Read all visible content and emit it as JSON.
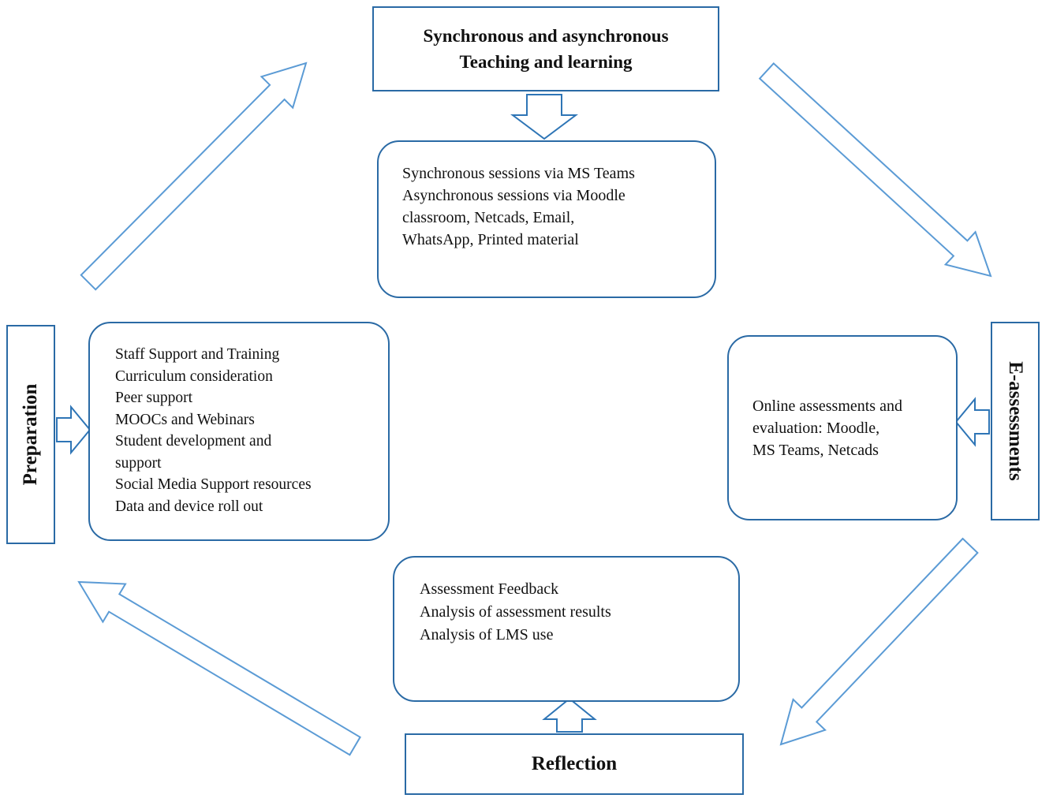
{
  "diagram": {
    "teaching": {
      "title": "Synchronous and asynchronous\nTeaching and learning",
      "detail": "Synchronous sessions via MS Teams\nAsynchronous sessions via Moodle\nclassroom, Netcads, Email,\nWhatsApp, Printed material"
    },
    "preparation": {
      "title": "Preparation",
      "detail": "Staff Support and Training\nCurriculum consideration\nPeer support\nMOOCs and Webinars\nStudent development and\nsupport\nSocial Media Support resources\nData and device roll out"
    },
    "e_assessments": {
      "title": "E-assessments",
      "detail": "Online assessments and\nevaluation: Moodle,\nMS Teams, Netcads"
    },
    "reflection": {
      "title": "Reflection",
      "detail": "Assessment Feedback\nAnalysis of assessment results\nAnalysis of LMS use"
    },
    "colors": {
      "box_border": "#2a6aa5",
      "diagonal_arrow": "#5b9bd5",
      "small_arrow": "#2e75b6"
    }
  }
}
